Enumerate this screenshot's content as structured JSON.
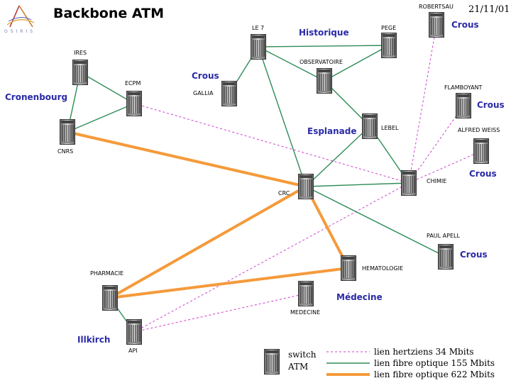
{
  "header": {
    "title": "Backbone ATM",
    "date": "21/11/01",
    "logo_text": "OSIRIS"
  },
  "nodes": {
    "ires": "IRES",
    "ecpm": "ECPM",
    "cnrs": "CNRS",
    "le7": "LE 7",
    "gallia": "GALLIA",
    "observatoire": "OBSERVATOIRE",
    "pege": "PEGE",
    "robertsau": "ROBERTSAU",
    "lebel": "LEBEL",
    "flamboyant": "FLAMBOYANT",
    "alfred_weiss": "ALFRED WEISS",
    "chimie": "CHIMIE",
    "crc": "CRC",
    "paul_apell": "PAUL APELL",
    "hematologie": "HEMATOLOGIE",
    "medecine": "MEDECINE",
    "pharmacie": "PHARMACIE",
    "api": "API"
  },
  "zones": {
    "cronenbourg": "Cronenbourg",
    "historique": "Historique",
    "crous_gallia": "Crous",
    "crous_robertsau": "Crous",
    "crous_flamboyant": "Crous",
    "crous_alfred": "Crous",
    "crous_paul": "Crous",
    "esplanade": "Esplanade",
    "medecine": "Médecine",
    "illkirch": "Illkirch"
  },
  "links": [
    {
      "from": "ires",
      "to": "ecpm",
      "type": "fibre_155"
    },
    {
      "from": "ires",
      "to": "cnrs",
      "type": "fibre_155"
    },
    {
      "from": "cnrs",
      "to": "ecpm",
      "type": "fibre_155"
    },
    {
      "from": "cnrs",
      "to": "crc",
      "type": "fibre_622"
    },
    {
      "from": "ecpm",
      "to": "chimie",
      "type": "hertzien_34"
    },
    {
      "from": "le7",
      "to": "gallia",
      "type": "fibre_155"
    },
    {
      "from": "le7",
      "to": "pege",
      "type": "fibre_155"
    },
    {
      "from": "le7",
      "to": "observatoire",
      "type": "fibre_155"
    },
    {
      "from": "le7",
      "to": "crc",
      "type": "fibre_155"
    },
    {
      "from": "observatoire",
      "to": "pege",
      "type": "fibre_155"
    },
    {
      "from": "observatoire",
      "to": "lebel",
      "type": "fibre_155"
    },
    {
      "from": "lebel",
      "to": "crc",
      "type": "fibre_155"
    },
    {
      "from": "lebel",
      "to": "chimie",
      "type": "fibre_155"
    },
    {
      "from": "crc",
      "to": "chimie",
      "type": "fibre_155"
    },
    {
      "from": "crc",
      "to": "paul_apell",
      "type": "fibre_155"
    },
    {
      "from": "crc",
      "to": "pharmacie",
      "type": "fibre_622"
    },
    {
      "from": "crc",
      "to": "hematologie",
      "type": "fibre_622"
    },
    {
      "from": "pharmacie",
      "to": "hematologie",
      "type": "fibre_622"
    },
    {
      "from": "pharmacie",
      "to": "api",
      "type": "fibre_155"
    },
    {
      "from": "api",
      "to": "medecine",
      "type": "hertzien_34"
    },
    {
      "from": "api",
      "to": "chimie",
      "type": "hertzien_34"
    },
    {
      "from": "robertsau",
      "to": "chimie",
      "type": "hertzien_34"
    },
    {
      "from": "flamboyant",
      "to": "chimie",
      "type": "hertzien_34"
    },
    {
      "from": "alfred_weiss",
      "to": "chimie",
      "type": "hertzien_34"
    }
  ],
  "legend": {
    "switch_line1": "switch",
    "switch_line2": "ATM",
    "hertzien": "lien hertziens 34 Mbits",
    "fibre155": "lien fibre optique 155 Mbits",
    "fibre622": "lien fibre optique 622 Mbits"
  },
  "colors": {
    "hertzien": "#d040d0",
    "fibre155": "#2e8b57",
    "fibre622": "#f59a3a",
    "zone_text": "#2a2aa8"
  }
}
